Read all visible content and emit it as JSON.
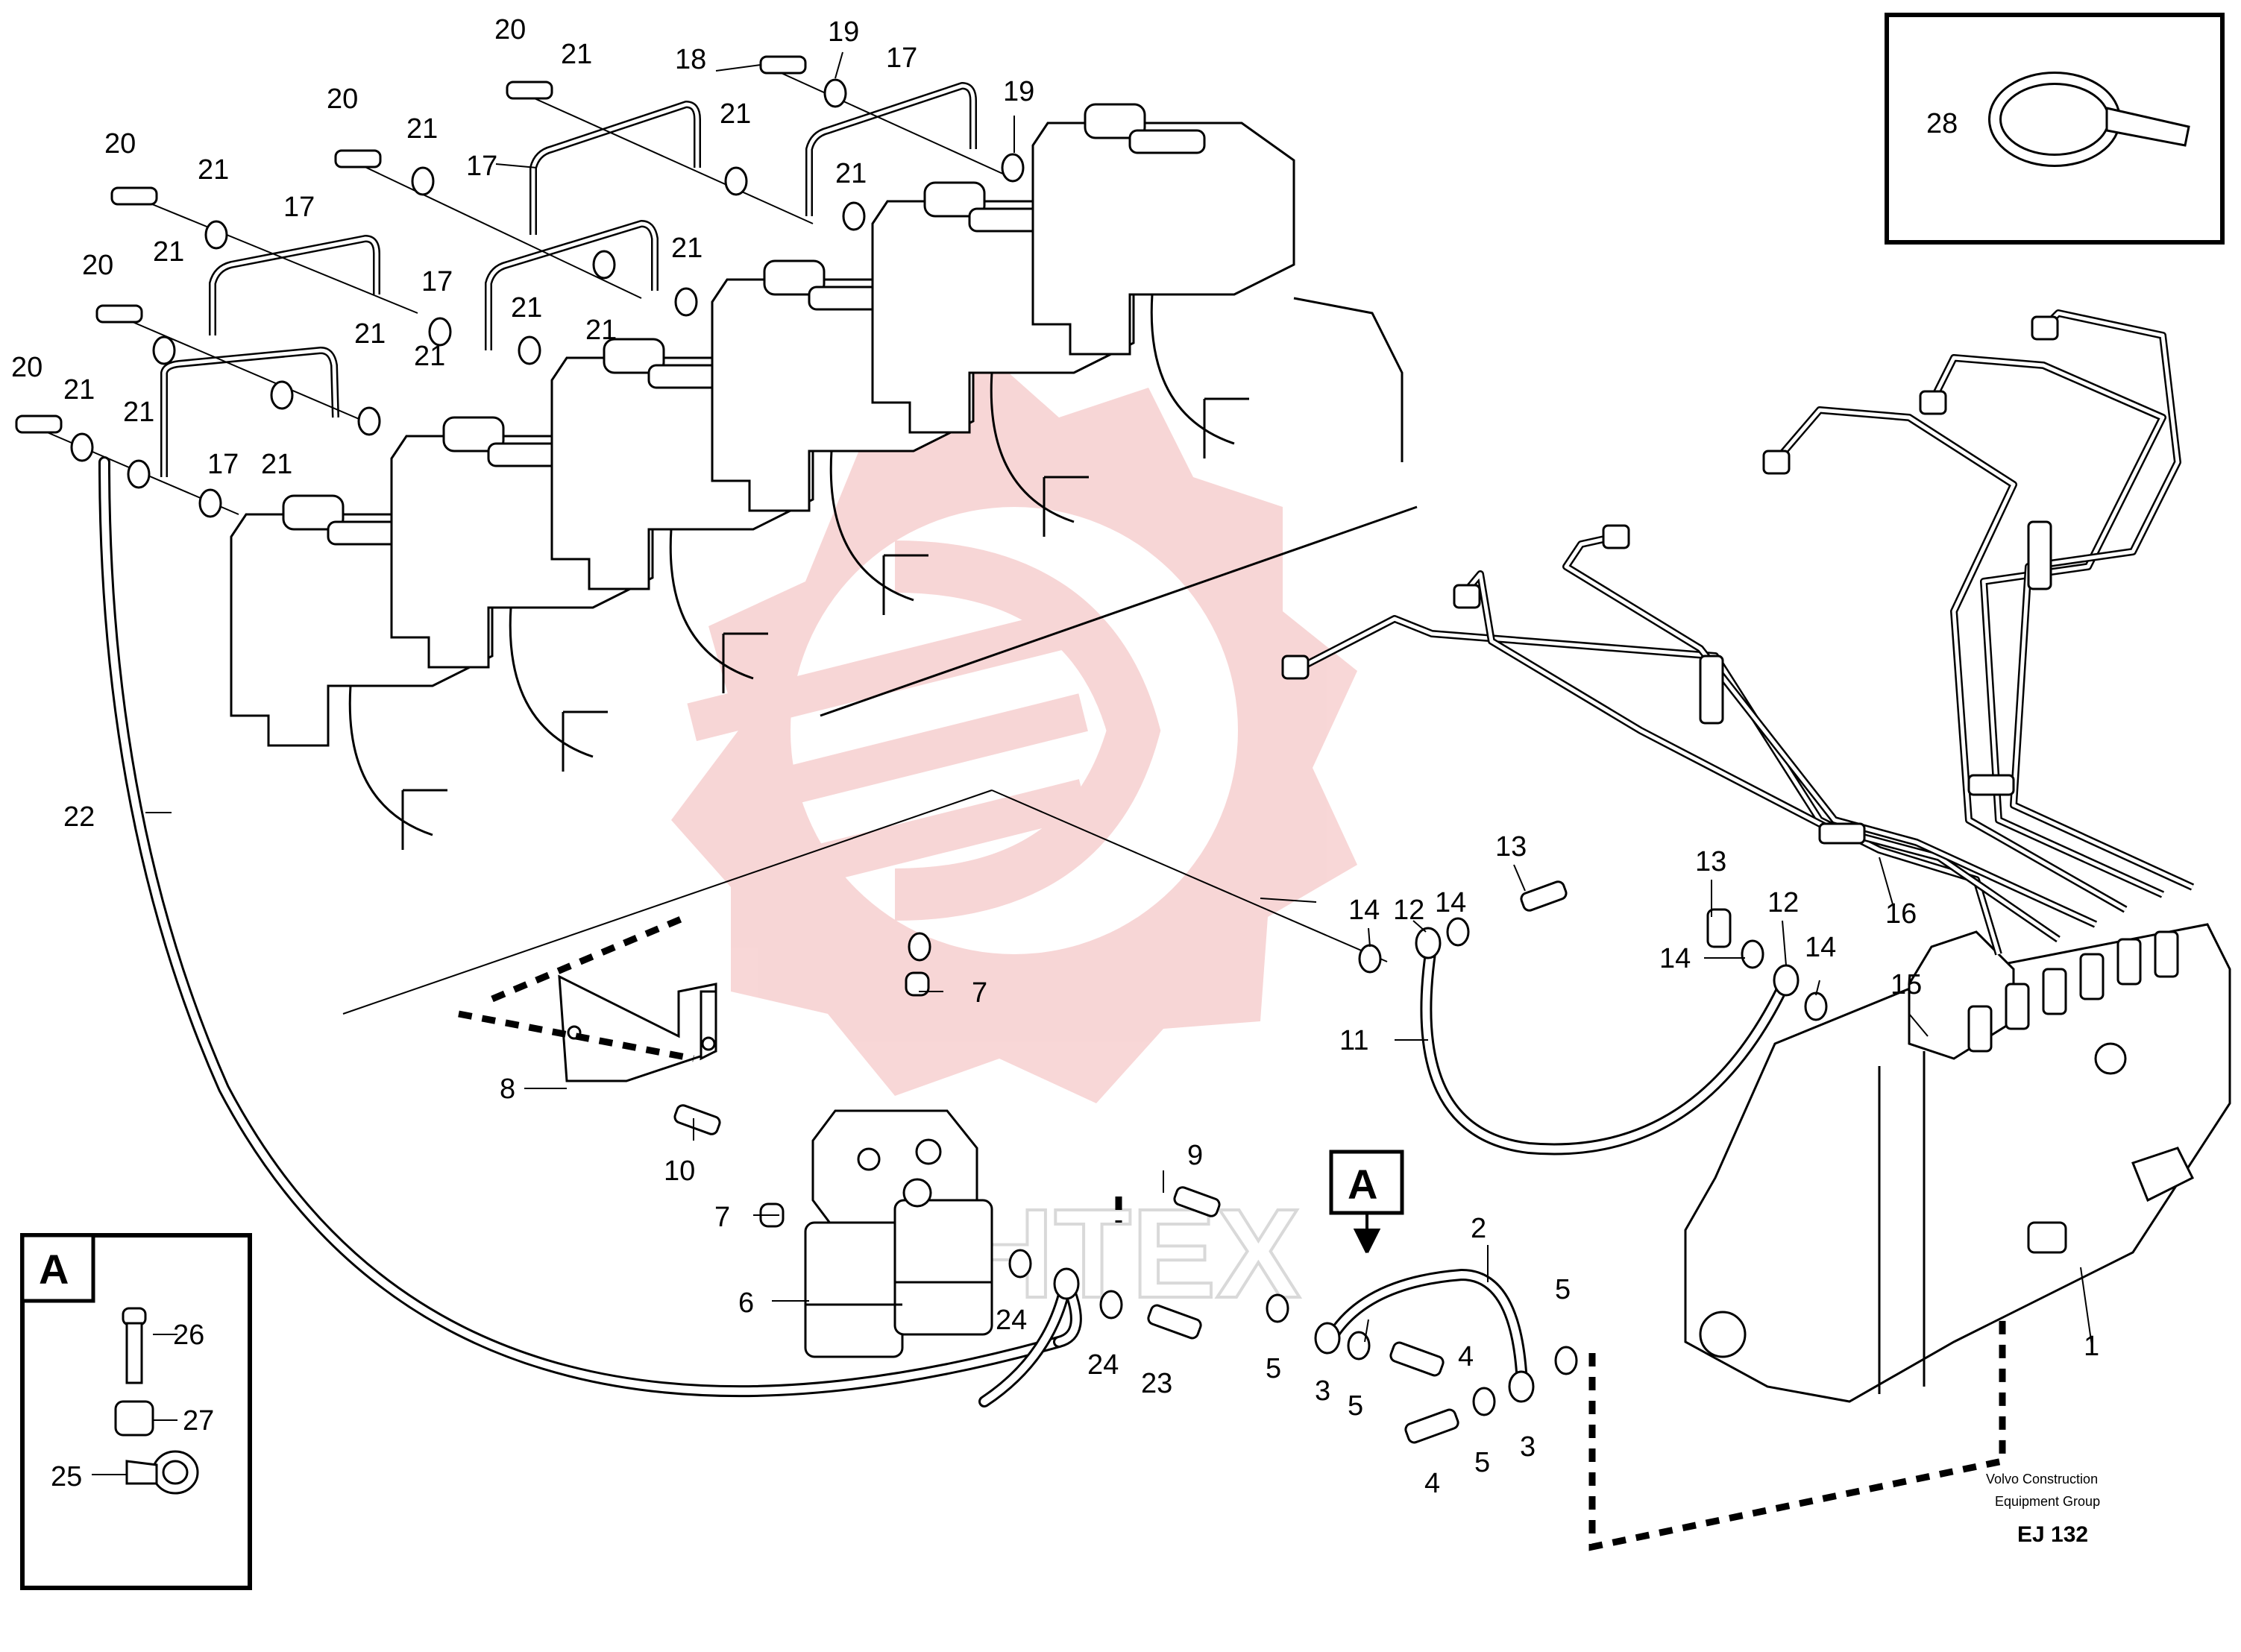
{
  "callouts": {
    "c1": "1",
    "c2": "2",
    "c3a": "3",
    "c3b": "3",
    "c4a": "4",
    "c4b": "4",
    "c5a": "5",
    "c5b": "5",
    "c5c": "5",
    "c5d": "5",
    "c6": "6",
    "c7a": "7",
    "c7b": "7",
    "c8": "8",
    "c9": "9",
    "c10": "10",
    "c11": "11",
    "c12a": "12",
    "c12b": "12",
    "c13a": "13",
    "c13b": "13",
    "c14a": "14",
    "c14b": "14",
    "c14c": "14",
    "c14d": "14",
    "c15": "15",
    "c16": "16",
    "c17a": "17",
    "c17b": "17",
    "c17c": "17",
    "c17d": "17",
    "c17e": "17",
    "c18": "18",
    "c19a": "19",
    "c19b": "19",
    "c20a": "20",
    "c20b": "20",
    "c20c": "20",
    "c20d": "20",
    "c20e": "20",
    "c21a": "21",
    "c21b": "21",
    "c21c": "21",
    "c21d": "21",
    "c21e": "21",
    "c21f": "21",
    "c21g": "21",
    "c21h": "21",
    "c21i": "21",
    "c21j": "21",
    "c21k": "21",
    "c21l": "21",
    "c21m": "21",
    "c21n": "21",
    "c22": "22",
    "c23": "23",
    "c24a": "24",
    "c24b": "24",
    "c25": "25",
    "c26": "26",
    "c27": "27",
    "c28": "28"
  },
  "detail_label_main": "A",
  "detail_label_inset": "A",
  "credit_line1": "Volvo Construction",
  "credit_line2": "Equipment Group",
  "drawing_code": "EJ 132",
  "watermark_text": "VIHTEX",
  "colors": {
    "watermark_red": "#f2b6b6",
    "line": "#000000"
  }
}
